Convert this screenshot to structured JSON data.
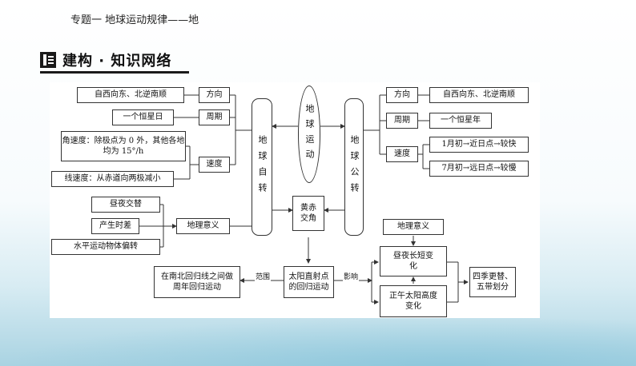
{
  "header": {
    "title": "专题一  地球运动规律——地"
  },
  "section": {
    "title": "建构 · 知识网络"
  },
  "diagram": {
    "center": "地球运动",
    "rotation": {
      "title": "地球自转",
      "direction_label": "方向",
      "direction_value": "自西向东、北逆南顺",
      "period_label": "周期",
      "period_value": "一个恒星日",
      "speed_label": "速度",
      "angular_speed": "角速度：除极点为 0 外，其他各地均为 15°/h",
      "linear_speed": "线速度：从赤道向两极减小",
      "geo_label": "地理意义",
      "geo_items": [
        "昼夜交替",
        "产生时差",
        "水平运动物体偏转"
      ]
    },
    "revolution": {
      "title": "地球公转",
      "direction_label": "方向",
      "direction_value": "自西向东、北逆南顺",
      "period_label": "周期",
      "period_value": "一个恒星年",
      "speed_label": "速度",
      "speed_jan": "1月初→近日点→较快",
      "speed_jul": "7月初→远日点→较慢",
      "geo_label": "地理意义"
    },
    "obliquity": "黄赤交角",
    "subsolar": "太阳直射点的回归运动",
    "range_label": "范围",
    "range_value": "在南北回归线之间做周年回归运动",
    "influence_label": "影响",
    "day_length": "昼夜长短变化",
    "noon_altitude": "正午太阳高度变化",
    "seasons": "四季更替、五带划分"
  }
}
